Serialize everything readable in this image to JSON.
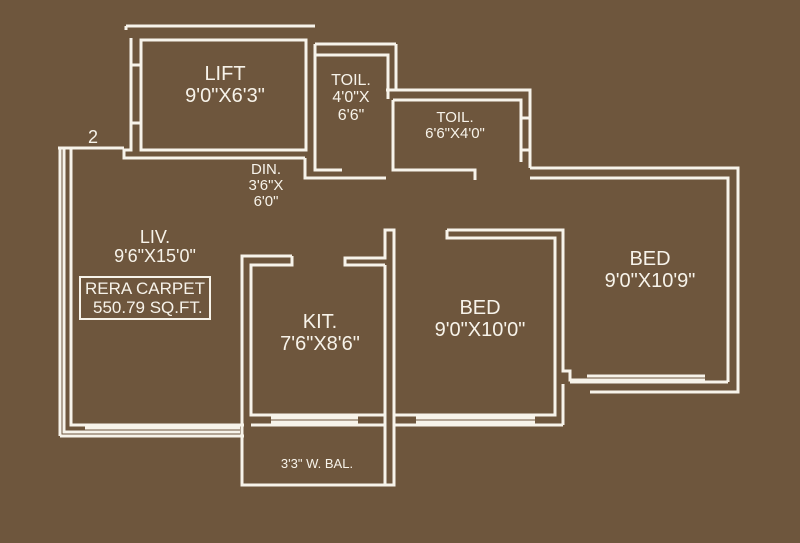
{
  "plan": {
    "unit_number": "2",
    "background_color": "#6e563d",
    "wall_color": "#f7f3ea",
    "rooms": {
      "lift": {
        "name": "LIFT",
        "dim": "9'0\"X6'3\""
      },
      "toilet1": {
        "name": "TOIL.",
        "dim_line1": "4'0\"X",
        "dim_line2": "6'6\""
      },
      "toilet2": {
        "name": "TOIL.",
        "dim": "6'6\"X4'0\""
      },
      "dining": {
        "name": "DIN.",
        "dim_line1": "3'6\"X",
        "dim_line2": "6'0\""
      },
      "living": {
        "name": "LIV.",
        "dim": "9'6\"X15'0\""
      },
      "kitchen": {
        "name": "KIT.",
        "dim": "7'6\"X8'6\""
      },
      "bed1": {
        "name": "BED",
        "dim": "9'0\"X10'0\""
      },
      "bed2": {
        "name": "BED",
        "dim": "9'0\"X10'9\""
      },
      "balcony": {
        "label": "3'3\" W. BAL."
      }
    },
    "rera": {
      "line1": "RERA CARPET",
      "line2": "550.79 SQ.FT."
    }
  }
}
